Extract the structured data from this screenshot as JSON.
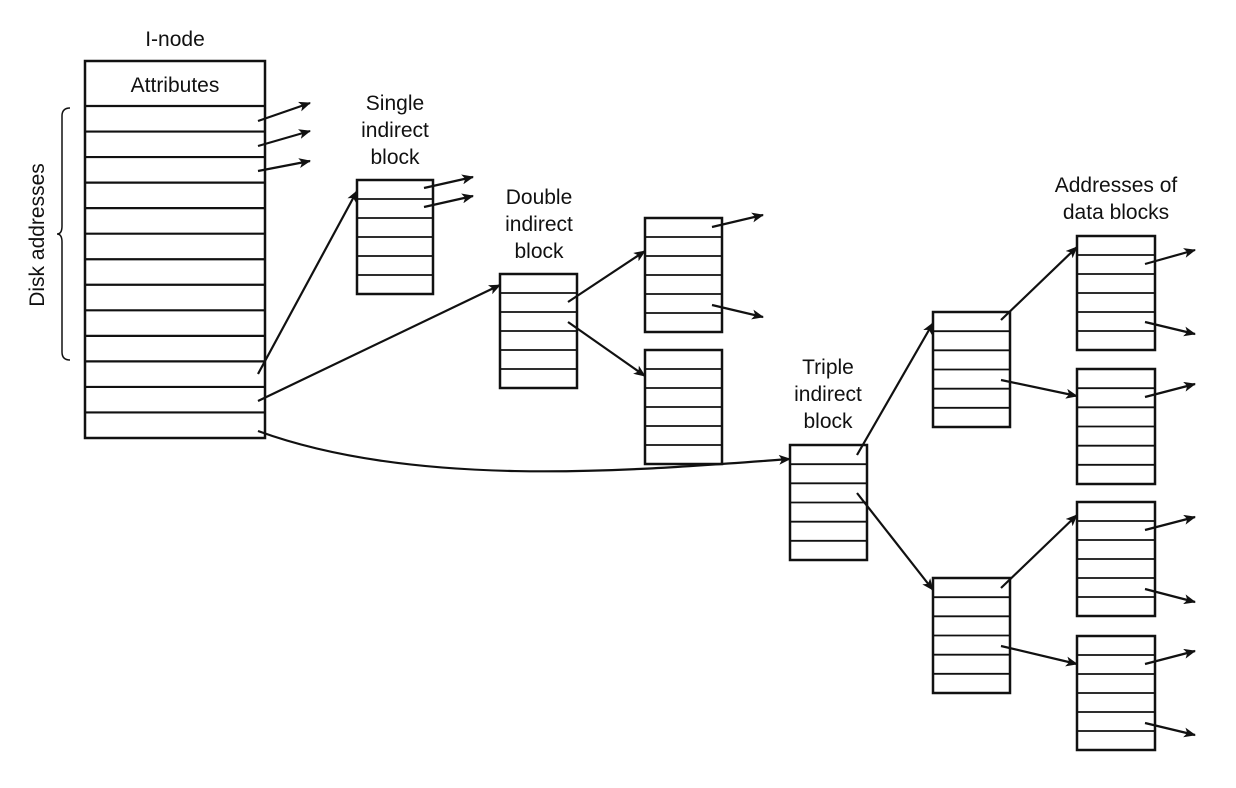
{
  "diagram": {
    "title": "UNIX i-node structure",
    "colors": {
      "stroke": "#111111",
      "background": "#ffffff"
    },
    "inode": {
      "label": "I-node",
      "attributes_label": "Attributes",
      "disk_addresses_label": "Disk addresses",
      "address_slots": 13,
      "direct_slots": 10,
      "direct_arrows_shown": 3
    },
    "labels": {
      "single_indirect": [
        "Single",
        "indirect",
        "block"
      ],
      "double_indirect": [
        "Double",
        "indirect",
        "block"
      ],
      "triple_indirect": [
        "Triple",
        "indirect",
        "block"
      ],
      "data_blocks": [
        "Addresses of",
        "data blocks"
      ]
    },
    "blocks": [
      {
        "id": "single-indirect",
        "rows": 6
      },
      {
        "id": "double-indirect",
        "rows": 6
      },
      {
        "id": "double-child-1",
        "rows": 6
      },
      {
        "id": "double-child-2",
        "rows": 6
      },
      {
        "id": "triple-indirect",
        "rows": 6
      },
      {
        "id": "triple-child-1",
        "rows": 6
      },
      {
        "id": "triple-child-2",
        "rows": 6
      },
      {
        "id": "data-address-block-1",
        "rows": 6
      },
      {
        "id": "data-address-block-2",
        "rows": 6
      },
      {
        "id": "data-address-block-3",
        "rows": 6
      },
      {
        "id": "data-address-block-4",
        "rows": 6
      }
    ],
    "edges": [
      {
        "from": "inode-slot-11",
        "to": "single-indirect"
      },
      {
        "from": "inode-slot-12",
        "to": "double-indirect"
      },
      {
        "from": "inode-slot-13",
        "to": "triple-indirect"
      },
      {
        "from": "double-indirect",
        "to": "double-child-1"
      },
      {
        "from": "double-indirect",
        "to": "double-child-2"
      },
      {
        "from": "triple-indirect",
        "to": "triple-child-1"
      },
      {
        "from": "triple-indirect",
        "to": "triple-child-2"
      },
      {
        "from": "triple-child-1",
        "to": "data-address-block-1"
      },
      {
        "from": "triple-child-1",
        "to": "data-address-block-2"
      },
      {
        "from": "triple-child-2",
        "to": "data-address-block-3"
      },
      {
        "from": "triple-child-2",
        "to": "data-address-block-4"
      }
    ]
  }
}
